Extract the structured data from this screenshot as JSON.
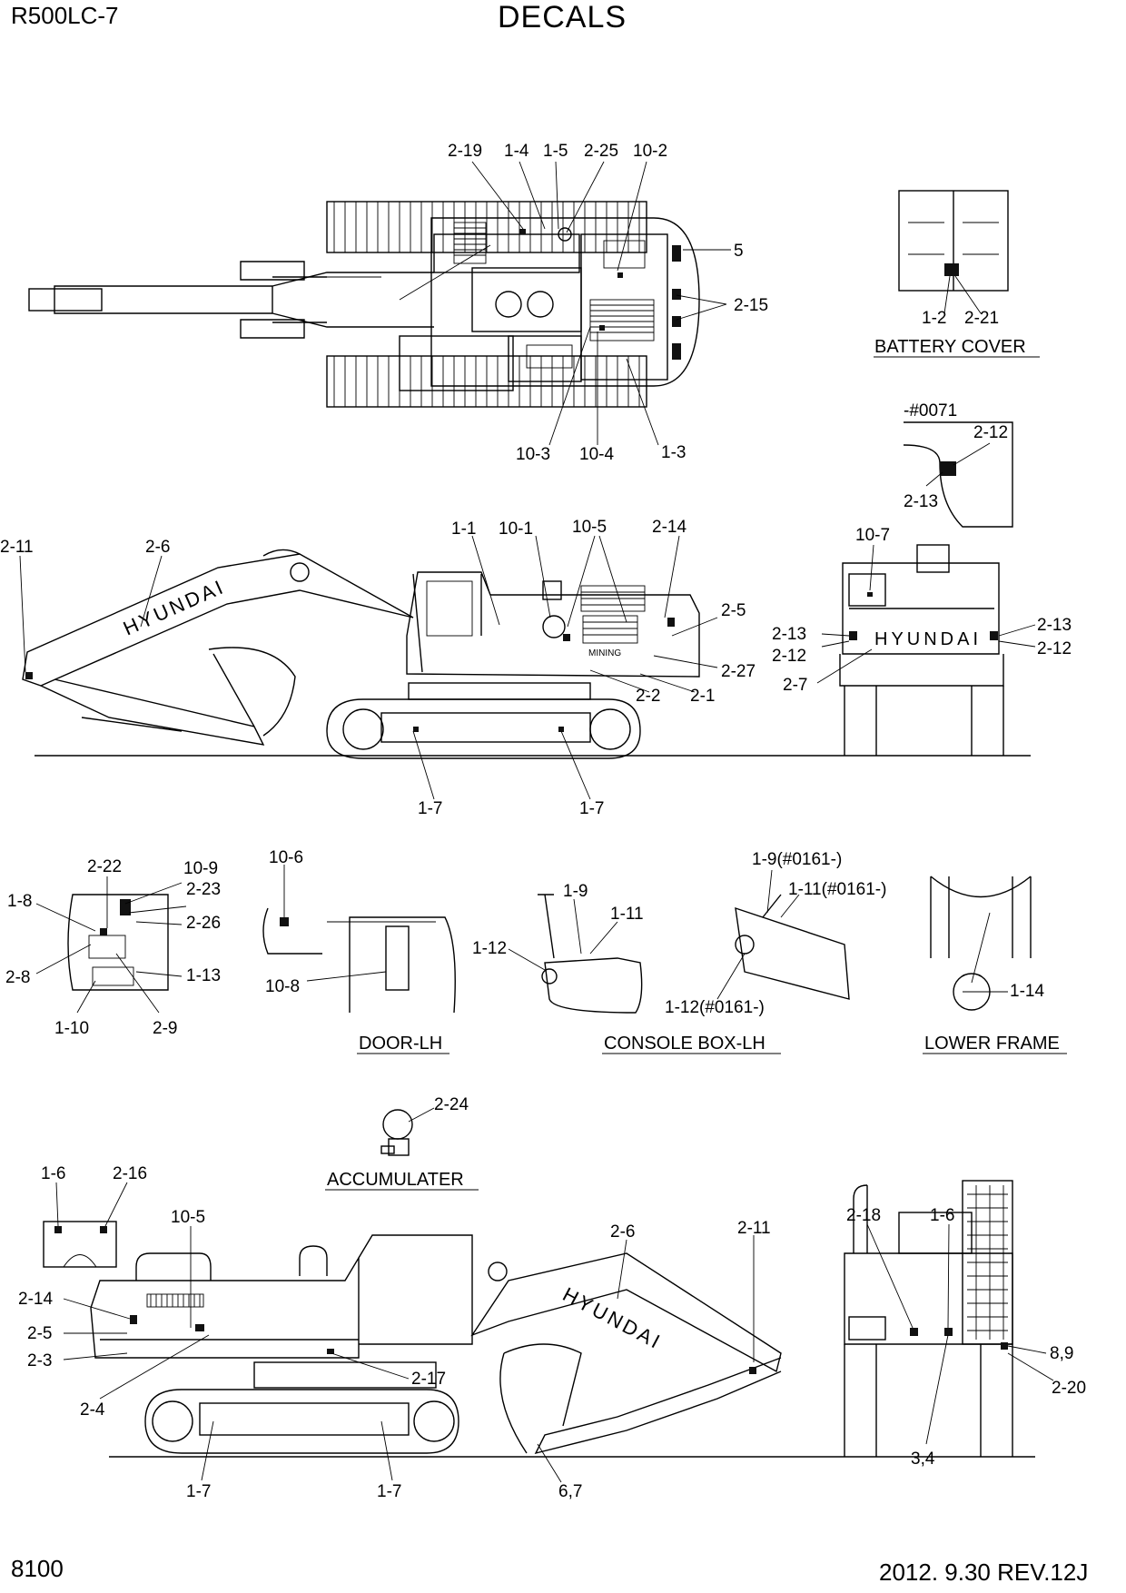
{
  "header": {
    "model": "R500LC-7",
    "title": "DECALS"
  },
  "footer": {
    "page": "8100",
    "revision": "2012. 9.30  REV.12J"
  },
  "captions": {
    "battery_cover": "BATTERY COVER",
    "door_lh": "DOOR-LH",
    "console_box_lh": "CONSOLE BOX-LH",
    "lower_frame": "LOWER FRAME",
    "accumulater": "ACCUMULATER"
  },
  "serial_note": "-#0071",
  "branding": {
    "boom_lettering": "HYUNDAI",
    "rear_lettering": "HYUNDAI",
    "side_model_badge": "MINING"
  },
  "callouts": {
    "top_view": [
      "2-19",
      "1-4",
      "1-5",
      "2-25",
      "10-2",
      "5",
      "2-15",
      "10-3",
      "10-4",
      "1-3"
    ],
    "battery_cover": [
      "1-2",
      "2-21"
    ],
    "serial_detail": [
      "2-12",
      "2-13"
    ],
    "left_side_view": [
      "2-11",
      "2-6",
      "1-1",
      "10-1",
      "10-5",
      "2-14",
      "2-5",
      "2-27",
      "2-2",
      "2-1",
      "1-7",
      "1-7"
    ],
    "rear_view": [
      "10-7",
      "2-13",
      "2-12",
      "2-13",
      "2-12",
      "2-7"
    ],
    "cab_interior": [
      "2-22",
      "10-9",
      "2-23",
      "1-8",
      "2-26",
      "2-8",
      "1-13",
      "1-10",
      "2-9"
    ],
    "door_lh": [
      "10-6",
      "10-8"
    ],
    "console_box": [
      "1-9",
      "1-11",
      "1-12",
      "1-9(#0161-)",
      "1-11(#0161-)",
      "1-12(#0161-)"
    ],
    "lower_frame": [
      "1-14"
    ],
    "accumulater": [
      "2-24"
    ],
    "small_panel": [
      "1-6",
      "2-16"
    ],
    "right_side_view": [
      "10-5",
      "2-6",
      "2-11",
      "2-14",
      "2-5",
      "2-3",
      "2-17",
      "2-4",
      "1-7",
      "1-7",
      "6,7"
    ],
    "front_view": [
      "2-18",
      "1-6",
      "8,9",
      "2-20",
      "3,4"
    ]
  }
}
